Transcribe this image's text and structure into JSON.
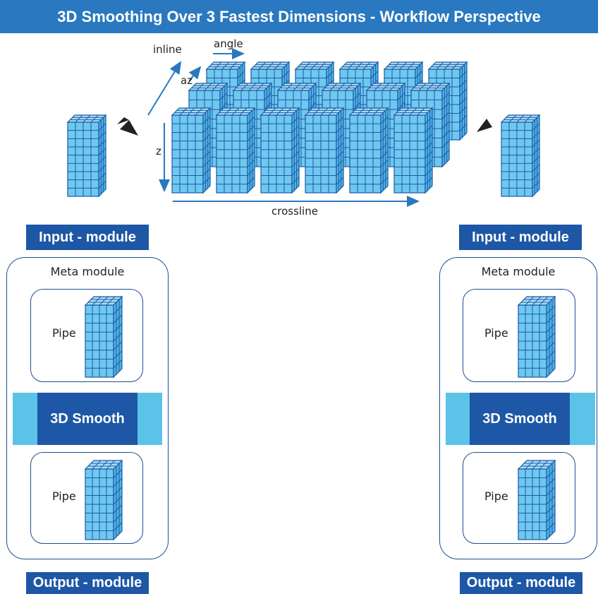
{
  "title": "3D Smoothing Over 3 Fastest Dimensions - Workflow Perspective",
  "axes": {
    "inline": "inline",
    "angle": "angle",
    "az": "az",
    "z": "z",
    "crossline": "crossline"
  },
  "left": {
    "input": "Input - module",
    "meta": "Meta module",
    "pipe_top": "Pipe",
    "smooth": "3D Smooth",
    "pipe_bottom": "Pipe",
    "output": "Output - module"
  },
  "right": {
    "input": "Input - module",
    "meta": "Meta module",
    "pipe_top": "Pipe",
    "smooth": "3D Smooth",
    "pipe_bottom": "Pipe",
    "output": "Output - module"
  },
  "colors": {
    "title_bar": "#2a78bf",
    "label_box": "#1d57a6",
    "cube_fill": "#6fc8ef",
    "cube_line": "#1d5aa6",
    "smooth_band": "#5bc3e8"
  }
}
